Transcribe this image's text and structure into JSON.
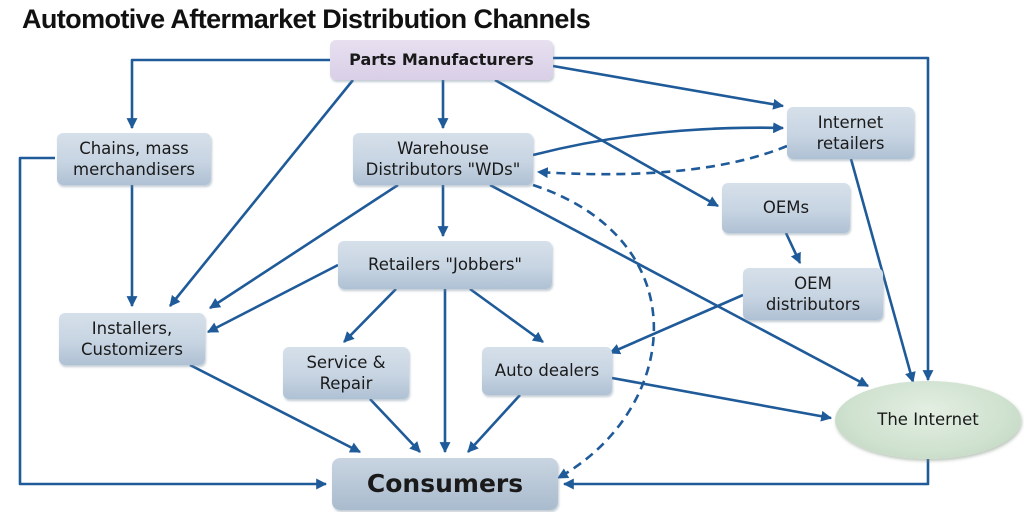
{
  "title": "Automotive Aftermarket Distribution Channels",
  "nodes": {
    "parts_manufacturers": "Parts Manufacturers",
    "chains": "Chains, mass\nmerchandisers",
    "warehouse": "Warehouse\nDistributors \"WDs\"",
    "internet_retailers": "Internet\nretailers",
    "oems": "OEMs",
    "retailers": "Retailers \"Jobbers\"",
    "oem_distributors": "OEM\ndistributors",
    "installers": "Installers,\nCustomizers",
    "service": "Service &\nRepair",
    "auto_dealers": "Auto dealers",
    "the_internet": "The Internet",
    "consumers": "Consumers"
  },
  "colors": {
    "arrow": "#1f5a99",
    "node_fill": "#c7d4e2",
    "manufacturer_fill": "#ddd3ea",
    "internet_fill": "#cfe1cf"
  },
  "edges": [
    {
      "from": "parts_manufacturers",
      "to": "chains",
      "style": "solid"
    },
    {
      "from": "parts_manufacturers",
      "to": "installers",
      "style": "solid"
    },
    {
      "from": "parts_manufacturers",
      "to": "warehouse",
      "style": "solid"
    },
    {
      "from": "parts_manufacturers",
      "to": "internet_retailers",
      "style": "solid"
    },
    {
      "from": "parts_manufacturers",
      "to": "oems",
      "style": "solid"
    },
    {
      "from": "parts_manufacturers",
      "to": "the_internet",
      "style": "solid"
    },
    {
      "from": "chains",
      "to": "installers",
      "style": "solid"
    },
    {
      "from": "chains",
      "to": "consumers",
      "style": "solid"
    },
    {
      "from": "warehouse",
      "to": "internet_retailers",
      "style": "solid"
    },
    {
      "from": "internet_retailers",
      "to": "warehouse",
      "style": "dashed"
    },
    {
      "from": "warehouse",
      "to": "retailers",
      "style": "solid"
    },
    {
      "from": "warehouse",
      "to": "installers",
      "style": "solid"
    },
    {
      "from": "warehouse",
      "to": "the_internet",
      "style": "solid"
    },
    {
      "from": "warehouse",
      "to": "consumers",
      "style": "dashed"
    },
    {
      "from": "internet_retailers",
      "to": "the_internet",
      "style": "solid"
    },
    {
      "from": "oems",
      "to": "oem_distributors",
      "style": "solid"
    },
    {
      "from": "oem_distributors",
      "to": "auto_dealers",
      "style": "solid"
    },
    {
      "from": "retailers",
      "to": "installers",
      "style": "solid"
    },
    {
      "from": "retailers",
      "to": "service",
      "style": "solid"
    },
    {
      "from": "retailers",
      "to": "auto_dealers",
      "style": "solid"
    },
    {
      "from": "retailers",
      "to": "consumers",
      "style": "solid"
    },
    {
      "from": "installers",
      "to": "consumers",
      "style": "solid"
    },
    {
      "from": "service",
      "to": "consumers",
      "style": "solid"
    },
    {
      "from": "auto_dealers",
      "to": "consumers",
      "style": "solid"
    },
    {
      "from": "auto_dealers",
      "to": "the_internet",
      "style": "solid"
    },
    {
      "from": "the_internet",
      "to": "consumers",
      "style": "solid"
    }
  ]
}
